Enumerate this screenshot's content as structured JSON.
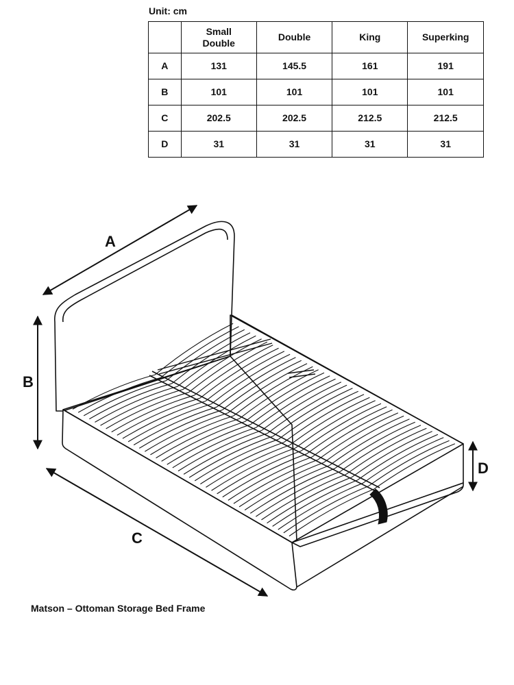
{
  "unit_label": "Unit: cm",
  "table": {
    "columns": [
      "",
      "Small\nDouble",
      "Double",
      "King",
      "Superking"
    ],
    "rows": [
      {
        "label": "A",
        "values": [
          "131",
          "145.5",
          "161",
          "191"
        ]
      },
      {
        "label": "B",
        "values": [
          "101",
          "101",
          "101",
          "101"
        ]
      },
      {
        "label": "C",
        "values": [
          "202.5",
          "202.5",
          "212.5",
          "212.5"
        ]
      },
      {
        "label": "D",
        "values": [
          "31",
          "31",
          "31",
          "31"
        ]
      }
    ]
  },
  "dimensions": {
    "a": "A",
    "b": "B",
    "c": "C",
    "d": "D"
  },
  "caption": "Matson – Ottoman Storage Bed Frame"
}
